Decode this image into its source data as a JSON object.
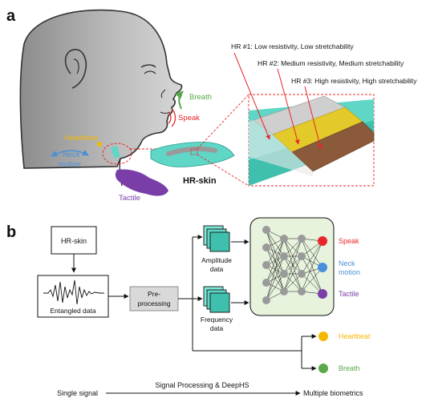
{
  "panel_a": {
    "panel_label": "a",
    "labels": {
      "breath": "Breath",
      "speak": "Speak",
      "heartbeat": "Heartbeat",
      "neck_motion_1": "Neck",
      "neck_motion_2": "motion",
      "tactile": "Tactile",
      "hr_skin": "HR-skin"
    },
    "hr_layers": [
      "HR #1: Low resistivity, Low stretchability",
      "HR #2: Medium resistivity, Medium stretchability",
      "HR #3: High resistivity, High stretchability"
    ]
  },
  "panel_b": {
    "panel_label": "b",
    "hr_skin_box": "HR-skin",
    "entangled_data": "Entangled data",
    "preprocessing_1": "Pre-",
    "preprocessing_2": "processing",
    "amplitude_1": "Amplitude",
    "amplitude_2": "data",
    "frequency_1": "Frequency",
    "frequency_2": "data",
    "outputs": {
      "speak": "Speak",
      "neck_1": "Neck",
      "neck_2": "motion",
      "tactile": "Tactile",
      "heartbeat": "Heartbeat",
      "breath": "Breath"
    },
    "bottom": {
      "left": "Single signal",
      "middle": "Signal Processing & DeepHS",
      "right": "Multiple biometrics"
    }
  },
  "colors": {
    "speak": "#e8262a",
    "neck": "#4a90d9",
    "tactile": "#7a3ea8",
    "heartbeat": "#f5b800",
    "breath": "#5aa84a",
    "teal": "#5fd6c6",
    "yellow_strip": "#e3c92a",
    "brown_strip": "#8a5a3a",
    "gray_strip": "#bdbdbd",
    "nn_bg": "#e7f3dd"
  }
}
